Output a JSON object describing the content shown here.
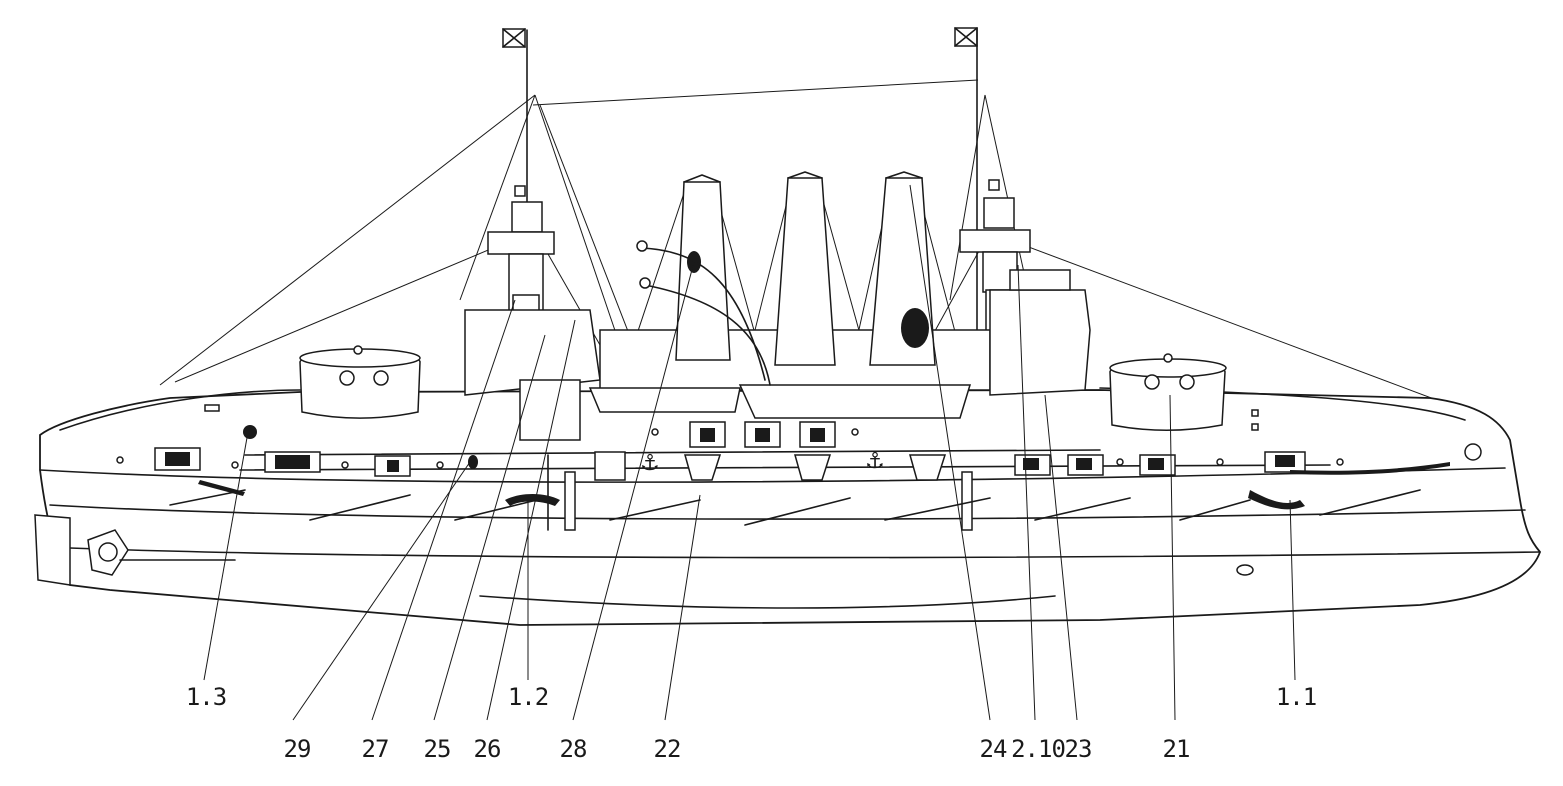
{
  "diagram": {
    "labels": [
      {
        "id": "1.3",
        "text": "1.3"
      },
      {
        "id": "2.9",
        "text": "29"
      },
      {
        "id": "2.7",
        "text": "27"
      },
      {
        "id": "2.5",
        "text": "25"
      },
      {
        "id": "2.6",
        "text": "26"
      },
      {
        "id": "1.2",
        "text": "1.2"
      },
      {
        "id": "2.8",
        "text": "28"
      },
      {
        "id": "2.2",
        "text": "22"
      },
      {
        "id": "2.4",
        "text": "24"
      },
      {
        "id": "2.10",
        "text": "2.10"
      },
      {
        "id": "2.3",
        "text": "23"
      },
      {
        "id": "2.1",
        "text": "21"
      },
      {
        "id": "1.1",
        "text": "1.1"
      }
    ],
    "colors": {
      "ink": "#1a1a1a",
      "background": "#ffffff"
    }
  }
}
